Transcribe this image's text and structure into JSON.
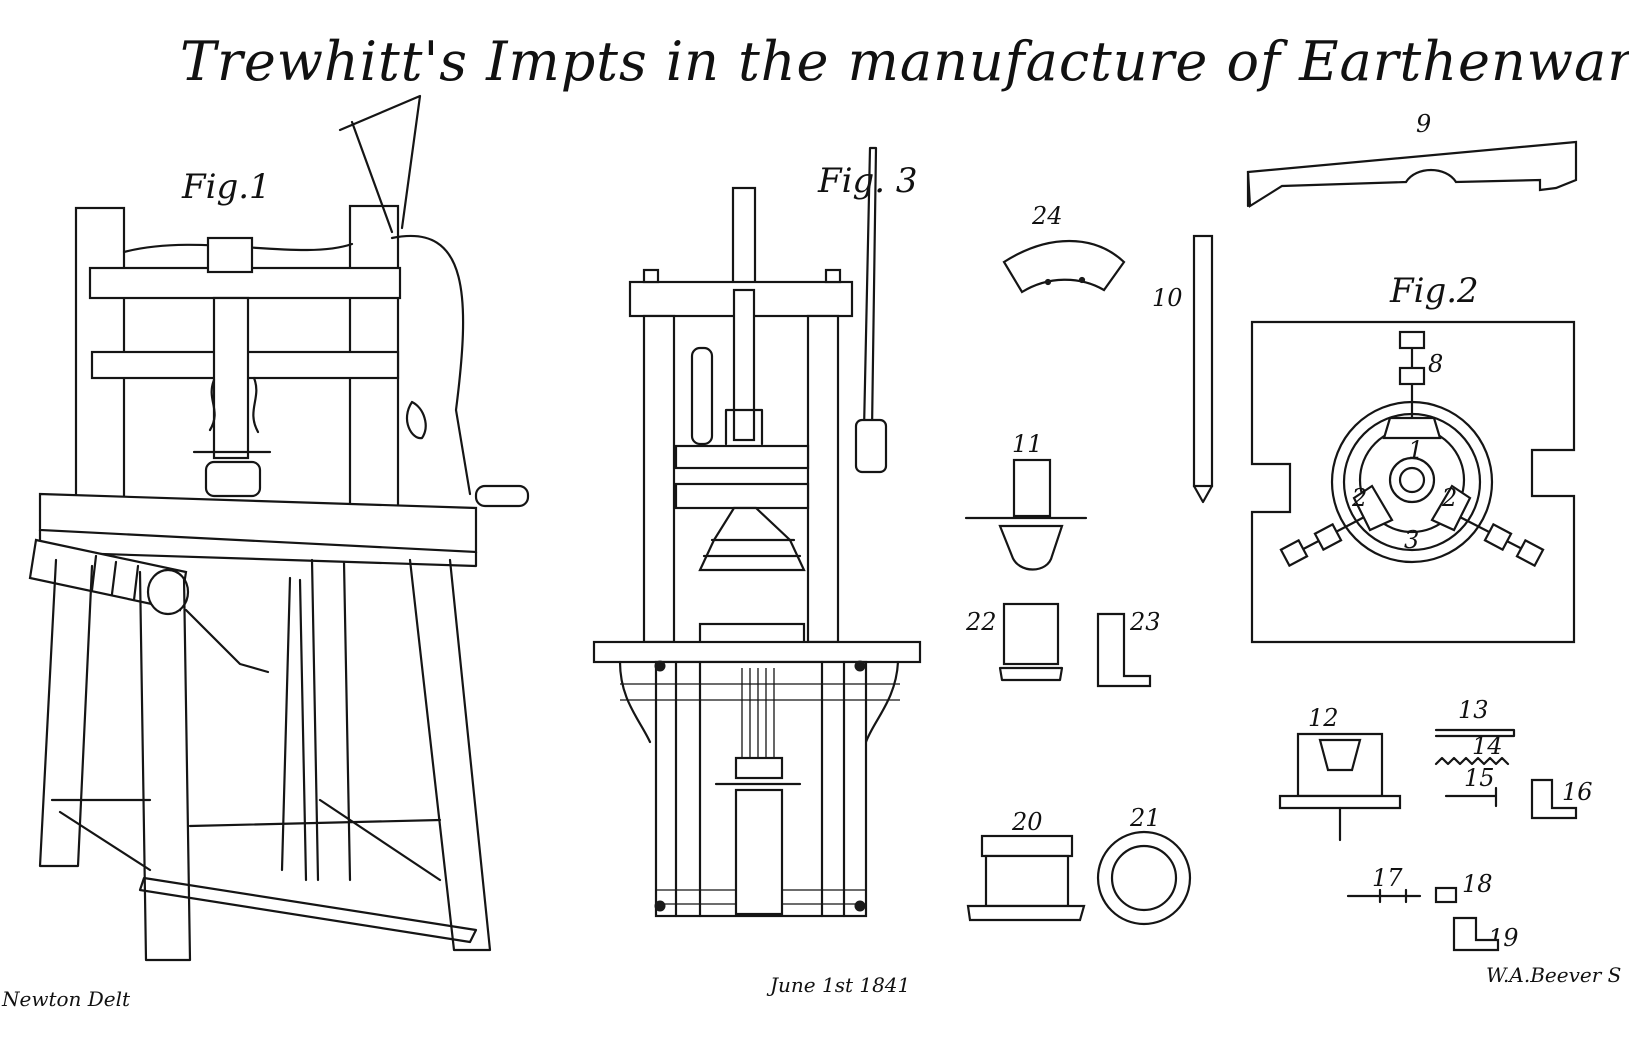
{
  "plate": {
    "title": "Trewhitt's Impts in the manufacture of Earthenware",
    "figure_labels": {
      "fig1": "Fig.1",
      "fig2": "Fig.2",
      "fig3": "Fig. 3"
    },
    "part_numbers": {
      "n9": "9",
      "n24": "24",
      "n10": "10",
      "n11": "11",
      "n22": "22",
      "n23": "23",
      "n12": "12",
      "n13": "13",
      "n14": "14",
      "n15": "15",
      "n16": "16",
      "n17": "17",
      "n18": "18",
      "n19": "19",
      "n20": "20",
      "n21": "21",
      "fig2_n1": "1",
      "fig2_n2a": "2",
      "fig2_n2b": "2",
      "fig2_n3": "3",
      "fig2_n8": "8"
    },
    "credits": {
      "draughtsman": "Newton Delt",
      "date": "June 1st 1841",
      "engraver": "W.A.Beever S"
    }
  },
  "colors": {
    "ink": "#151515",
    "paper": "#ffffff"
  }
}
